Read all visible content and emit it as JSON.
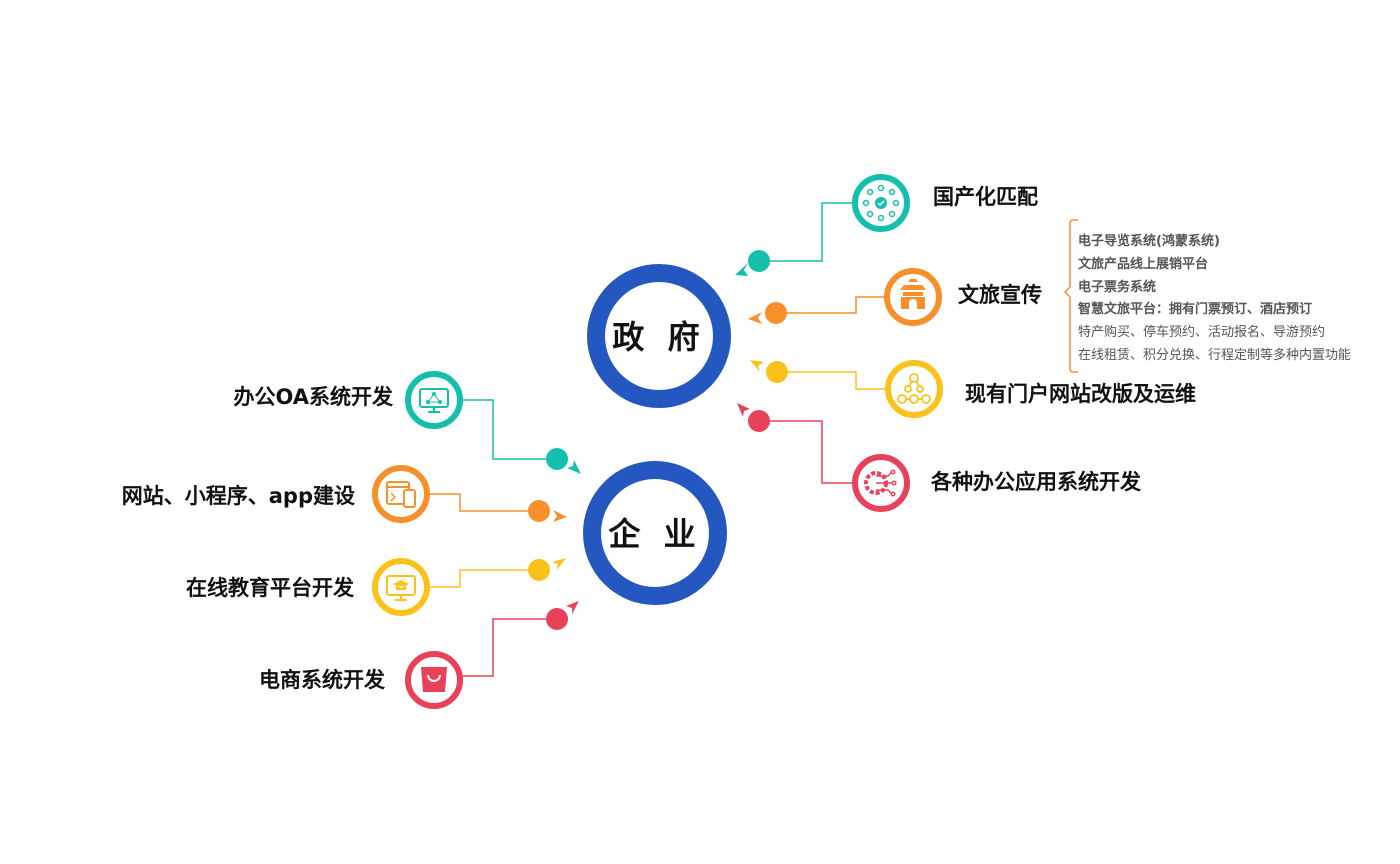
{
  "colors": {
    "blue": "#2557c0",
    "teal": "#14bfae",
    "orange": "#f7902a",
    "yellow": "#fcc21b",
    "red": "#e8415a"
  },
  "hubs": {
    "government": "政 府",
    "enterprise": "企 业"
  },
  "government_items": [
    {
      "label": "国产化匹配",
      "icon": "chip-check-icon"
    },
    {
      "label": "文旅宣传",
      "icon": "gate-tower-icon"
    },
    {
      "label": "现有门户网站改版及运维",
      "icon": "network-nodes-icon"
    },
    {
      "label": "各种办公应用系统开发",
      "icon": "gear-circuit-icon"
    }
  ],
  "culture_tourism_details": [
    "电子导览系统(鸿蒙系统)",
    "文旅产品线上展销平台",
    "电子票务系统",
    "智慧文旅平台：拥有门票预订、酒店预订",
    "特产购买、停车预约、活动报名、导游预约",
    "在线租赁、积分兑换、行程定制等多种内置功能"
  ],
  "enterprise_items": [
    {
      "label": "办公OA系统开发",
      "icon": "monitor-network-icon"
    },
    {
      "label": "网站、小程序、app建设",
      "icon": "web-mobile-icon"
    },
    {
      "label": "在线教育平台开发",
      "icon": "monitor-graduation-icon"
    },
    {
      "label": "电商系统开发",
      "icon": "shopping-bag-icon"
    }
  ]
}
